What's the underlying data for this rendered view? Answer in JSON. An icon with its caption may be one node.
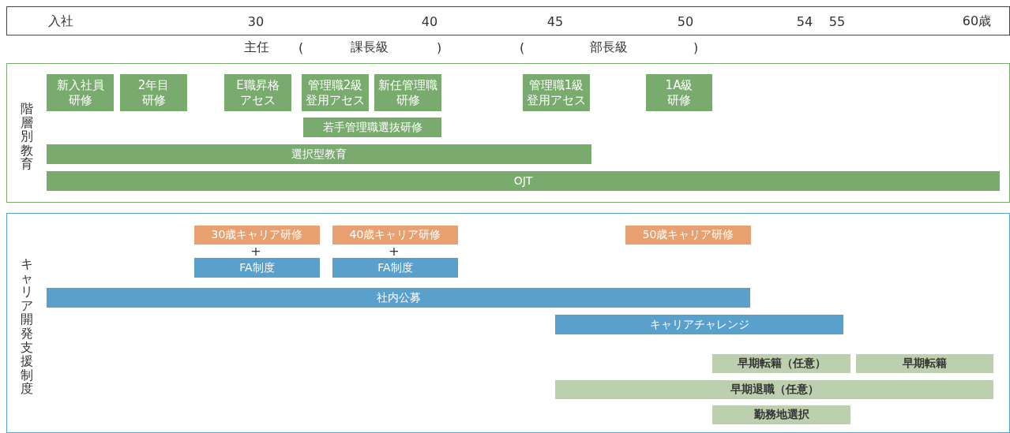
{
  "diagram": {
    "nodes": [
      {
        "text": [
          "入社",
          "30",
          "40",
          "45",
          "50",
          "54",
          "55",
          "60歳"
        ]
      },
      {
        "text": [
          "階層別教育"
        ]
      },
      {
        "text": [
          "新入社員研修"
        ],
        "in": 1
      },
      {
        "text": [
          "2年目研修"
        ],
        "in": 1
      },
      {
        "text": [
          "E職昇格アセス"
        ],
        "in": 1
      },
      {
        "text": [
          "管理職2級登用アセス"
        ],
        "in": 1
      },
      {
        "text": [
          "新任管理職研修"
        ],
        "in": 1
      },
      {
        "text": [
          "管理職1級登用アセス"
        ],
        "in": 1
      },
      {
        "text": [
          "1A級研修"
        ],
        "in": 1
      },
      {
        "text": [
          "若手管理職選抜研修"
        ],
        "in": 1
      },
      {
        "text": [
          "選択型教育"
        ],
        "in": 1
      },
      {
        "text": [
          "OJT"
        ],
        "in": 1
      },
      {
        "text": [
          "キャリア開発支援制度"
        ]
      },
      {
        "text": [
          "30歳キャリア研修"
        ],
        "in": 12
      },
      {
        "text": [
          "40歳キャリア研修"
        ],
        "in": 12
      },
      {
        "text": [
          "50歳キャリア研修"
        ],
        "in": 12
      },
      {
        "text": [
          "FA制度"
        ],
        "in": 12
      },
      {
        "text": [
          "FA制度"
        ],
        "in": 12
      },
      {
        "text": [
          "社内公募"
        ],
        "in": 12
      },
      {
        "text": [
          "キャリアチャレンジ"
        ],
        "in": 12
      },
      {
        "text": [
          "早期転籍（任意）"
        ],
        "in": 12
      },
      {
        "text": [
          "早期転籍"
        ],
        "in": 12
      },
      {
        "text": [
          "早期退職（任意）"
        ],
        "in": 12
      },
      {
        "text": [
          "勤務地選択"
        ],
        "in": 12
      }
    ],
    "labels": [
      "主任",
      "(",
      "課長級",
      ")",
      "(",
      "部長級",
      ")",
      "+",
      "+"
    ]
  }
}
